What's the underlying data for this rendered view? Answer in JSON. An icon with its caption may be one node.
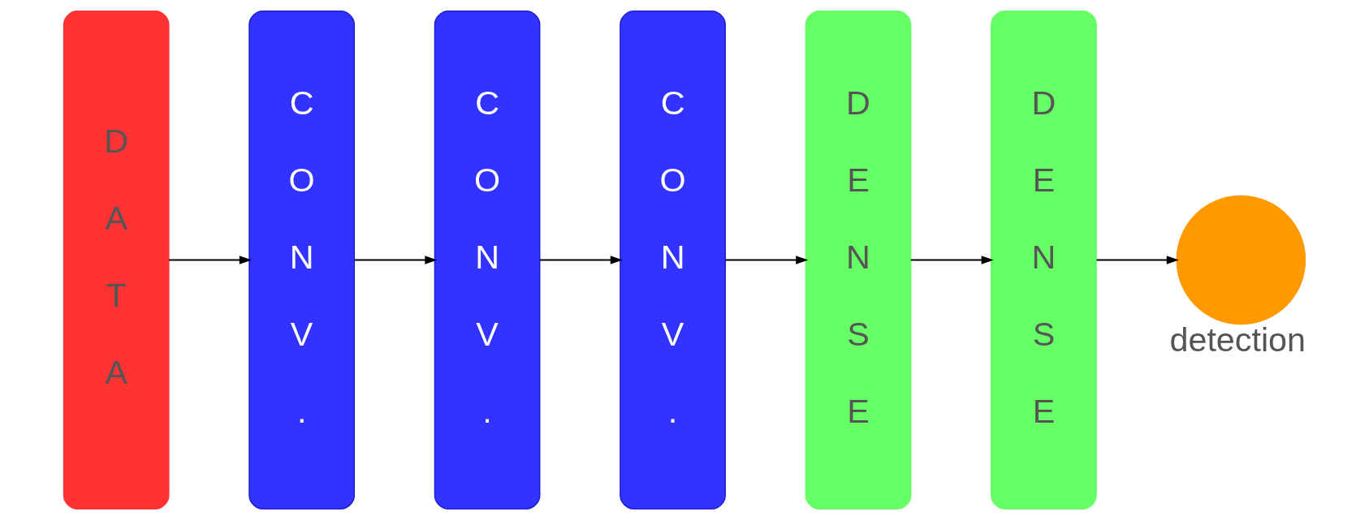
{
  "diagram": {
    "nodes": [
      {
        "text": [
          "DATA"
        ]
      },
      {
        "text": [
          "CONV."
        ]
      },
      {
        "text": [
          "CONV."
        ]
      },
      {
        "text": [
          "CONV."
        ]
      },
      {
        "text": [
          "DENSE"
        ]
      },
      {
        "text": [
          "DENSE"
        ]
      },
      {
        "text": [],
        "shape": "circle",
        "beside": [
          "detection"
        ]
      }
    ],
    "edges": [
      {
        "from": 0,
        "to": 1,
        "arrow": "to"
      },
      {
        "from": 1,
        "to": 2,
        "arrow": "to"
      },
      {
        "from": 2,
        "to": 3,
        "arrow": "to"
      },
      {
        "from": 3,
        "to": 4,
        "arrow": "to"
      },
      {
        "from": 4,
        "to": 5,
        "arrow": "to"
      },
      {
        "from": 5,
        "to": 6,
        "arrow": "to"
      }
    ]
  }
}
